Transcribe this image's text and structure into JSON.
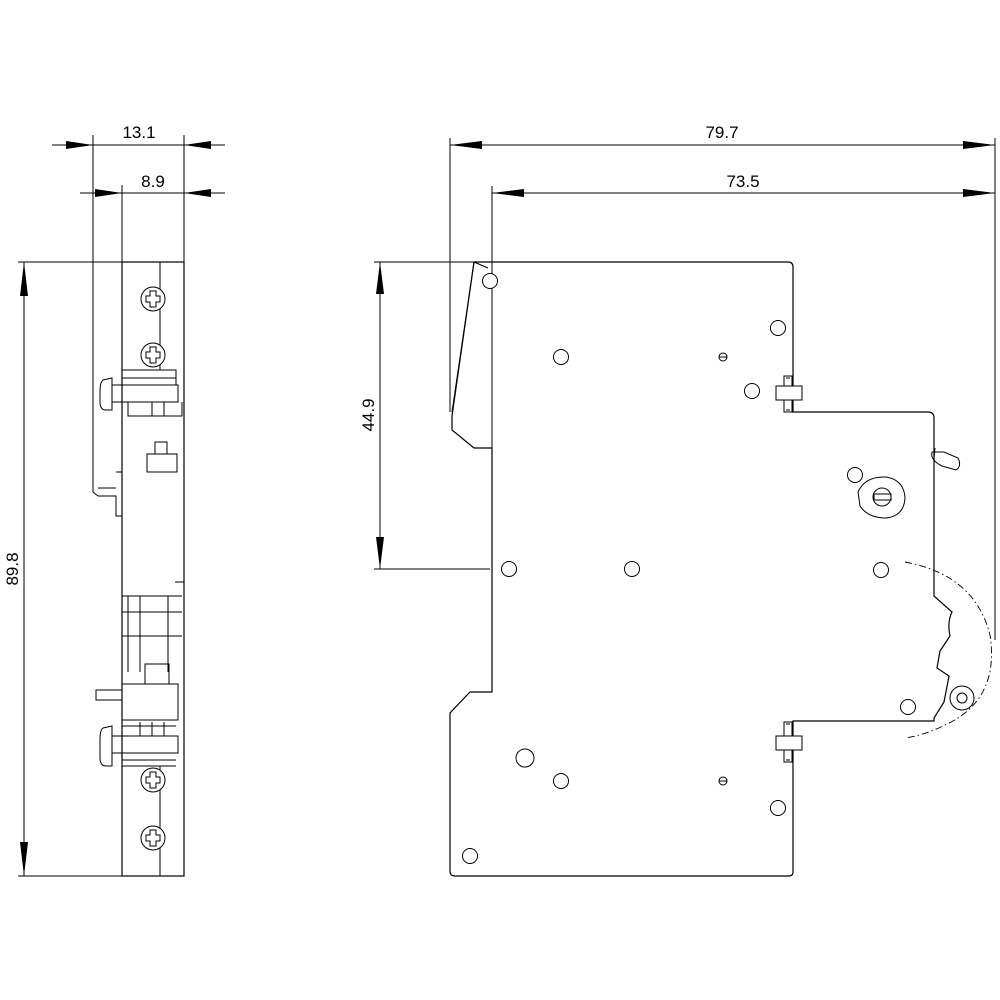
{
  "dimensions": {
    "side_width_total": "13.1",
    "side_width_body": "8.9",
    "overall_height": "89.8",
    "front_width_total": "79.7",
    "front_width_body": "73.5",
    "rail_height": "44.9"
  }
}
